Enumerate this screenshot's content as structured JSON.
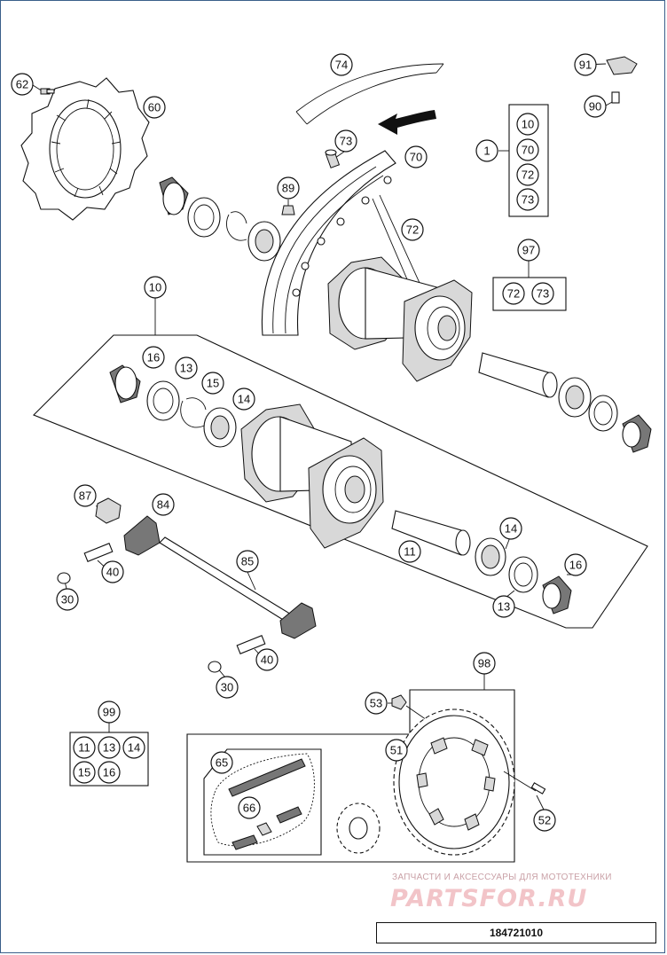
{
  "diagram": {
    "callouts": {
      "c62": "62",
      "c60": "60",
      "c74": "74",
      "c73": "73",
      "c70": "70",
      "c89": "89",
      "c72": "72",
      "c91": "91",
      "c90": "90",
      "c1": "1",
      "k10": "10",
      "k70": "70",
      "k72": "72",
      "k73": "73",
      "c97": "97",
      "k97a": "72",
      "k97b": "73",
      "c10": "10",
      "c16a": "16",
      "c13a": "13",
      "c15": "15",
      "c14a": "14",
      "c87": "87",
      "c84": "84",
      "c40a": "40",
      "c30a": "30",
      "c85": "85",
      "c11": "11",
      "c14b": "14",
      "c16b": "16",
      "c13b": "13",
      "c40b": "40",
      "c30b": "30",
      "c98": "98",
      "c53": "53",
      "c51": "51",
      "c52": "52",
      "c99": "99",
      "k99a": "11",
      "k99b": "13",
      "k99c": "14",
      "k99d": "15",
      "k99e": "16",
      "c65": "65",
      "c66": "66"
    }
  },
  "watermark": {
    "caption": "ЗАПЧАСТИ И АКСЕССУАРЫ ДЛЯ МОТОТЕХНИКИ",
    "logo": "PARTSFOR.RU"
  },
  "diagram_code": "184721010"
}
